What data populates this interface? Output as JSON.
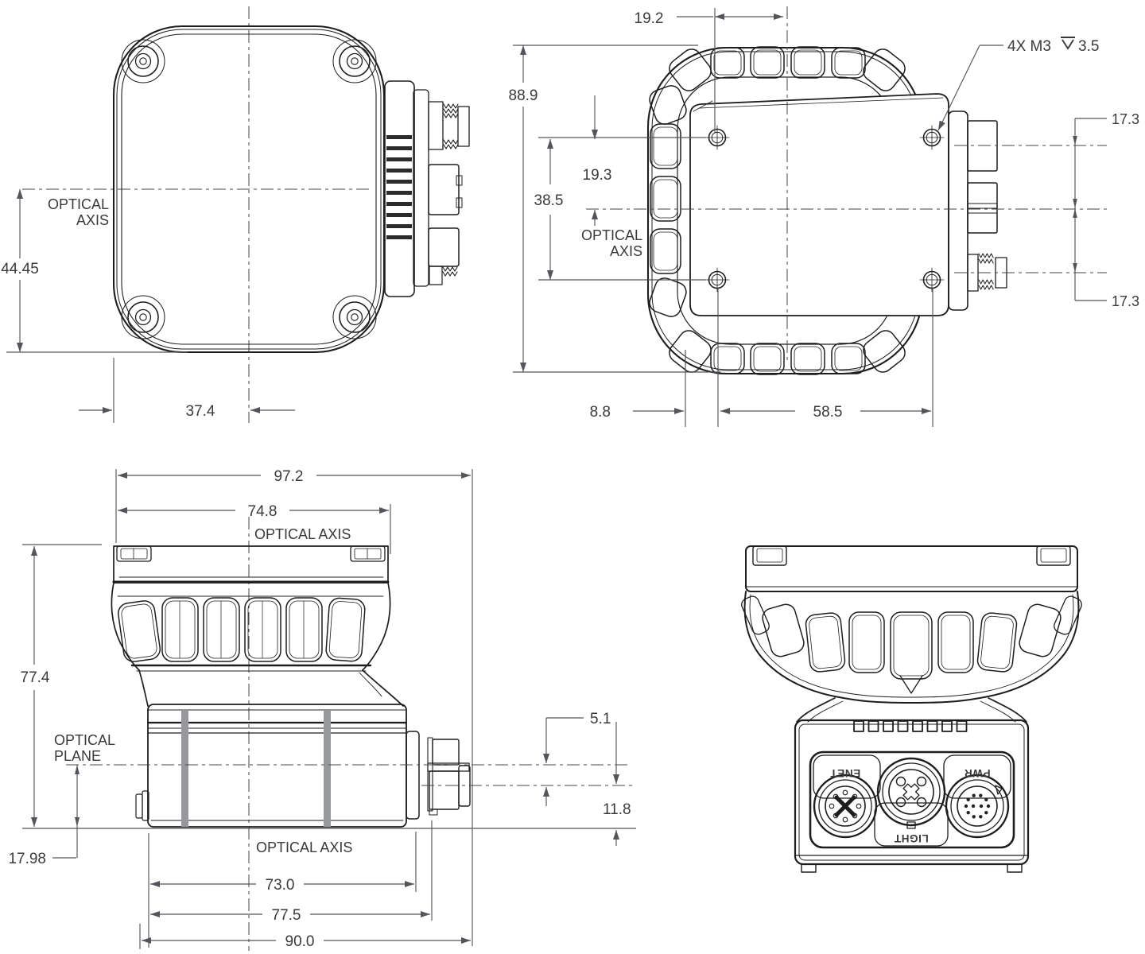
{
  "drawing": {
    "front_view": {
      "optical_axis": [
        "OPTICAL",
        "AXIS"
      ],
      "dim_axis_to_bottom": "44.45",
      "dim_left_to_center": "37.4"
    },
    "rear_view": {
      "dim_hole_to_center": "19.2",
      "dim_overall_height": "88.9",
      "dim_hole_to_axis": "19.3",
      "dim_hole_spacing_vertical": "38.5",
      "optical_axis": [
        "OPTICAL",
        "AXIS"
      ],
      "thread_callout": "4X M3",
      "thread_depth": "3.5",
      "depth_icon": "depth-symbol",
      "dim_connector_pitch_upper": "17.3",
      "dim_connector_pitch_lower": "17.3",
      "dim_edge_to_hole": "8.8",
      "dim_hole_spacing_horizontal": "58.5"
    },
    "side_view": {
      "dim_overall_width": "97.2",
      "dim_head_width": "74.8",
      "optical_axis_top": "OPTICAL AXIS",
      "dim_overall_height": "77.4",
      "optical_plane": [
        "OPTICAL",
        "PLANE"
      ],
      "dim_plane_height": "17.98",
      "dim_plane_to_connector": "5.1",
      "dim_connector_height": "11.8",
      "optical_axis_bottom": "OPTICAL AXIS",
      "dim_body_width": "73.0",
      "dim_body_connector_width": "77.5",
      "dim_total_width": "90.0"
    },
    "bottom_view": {
      "connectors": [
        {
          "label": "ENET"
        },
        {
          "label": "LIGHT"
        },
        {
          "label": "PWR"
        }
      ]
    },
    "colors": {
      "line": "#1d1d1f",
      "dimension": "#54555a",
      "text": "#3a3a3c",
      "stripe": "#96989b",
      "background": "#ffffff"
    }
  }
}
